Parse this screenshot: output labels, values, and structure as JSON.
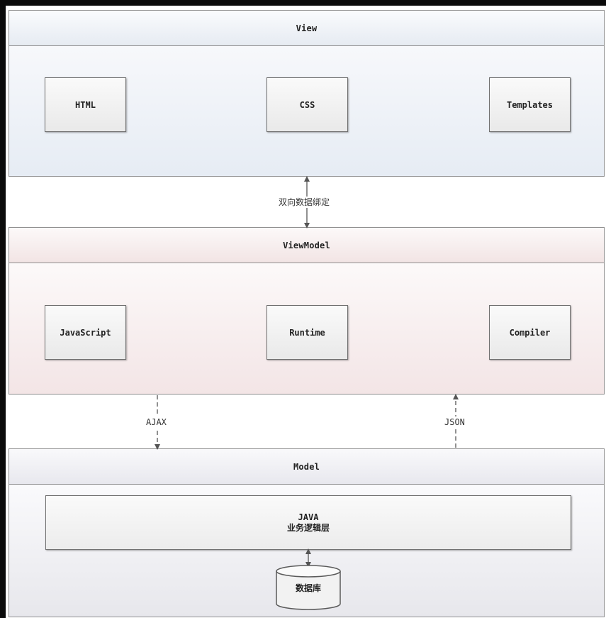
{
  "layers": {
    "view": {
      "title": "View",
      "components": [
        "HTML",
        "CSS",
        "Templates"
      ]
    },
    "viewmodel": {
      "title": "ViewModel",
      "components": [
        "JavaScript",
        "Runtime",
        "Compiler"
      ]
    },
    "model": {
      "title": "Model",
      "business": {
        "line1": "JAVA",
        "line2": "业务逻辑层"
      },
      "database": "数据库"
    }
  },
  "connections": {
    "view_viewmodel": "双向数据绑定",
    "request": "AJAX",
    "response": "JSON"
  },
  "colors": {
    "view_fill": "#eef2f7",
    "viewmodel_fill": "#f6ecec",
    "model_fill": "#efeff3",
    "border": "#8d8d8d",
    "arrow": "#555555"
  }
}
